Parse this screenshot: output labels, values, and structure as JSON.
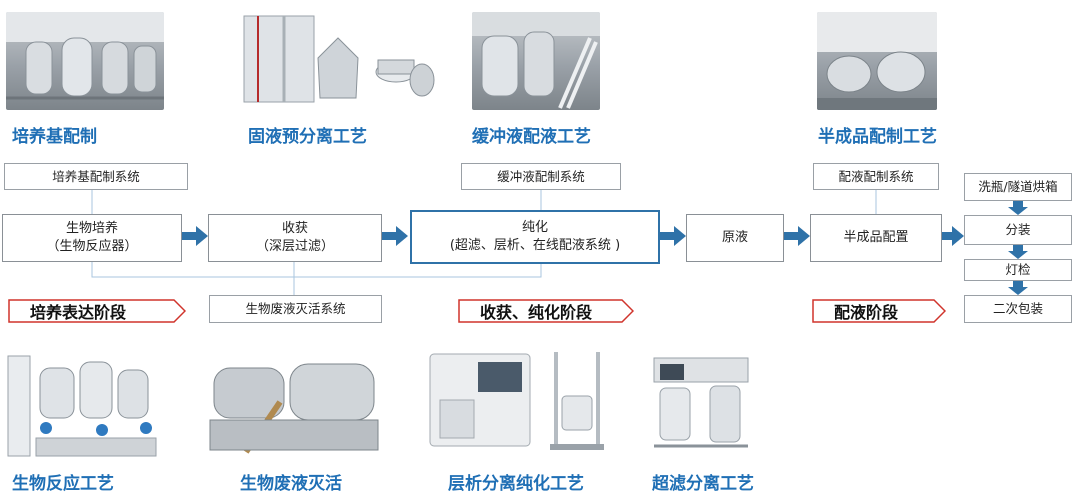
{
  "colors": {
    "accent": "#1f6fb5",
    "arrow": "#2f72a8",
    "stage_border": "#d0342c",
    "connector": "#a9c6df"
  },
  "top_labels": [
    "培养基配制",
    "固液预分离工艺",
    "缓冲液配液工艺",
    "半成品配制工艺"
  ],
  "bottom_labels": [
    "生物反应工艺",
    "生物废液灭活",
    "层析分离纯化工艺",
    "超滤分离工艺"
  ],
  "prep_systems": {
    "culture": "培养基配制系统",
    "buffer": "缓冲液配制系统",
    "dispensing": "配液配制系统"
  },
  "main_flow": [
    {
      "line1": "生物培养",
      "line2": "（生物反应器）"
    },
    {
      "line1": "收获",
      "line2": "（深层过滤）"
    },
    {
      "line1": "纯化",
      "line2": "(超滤、层析、在线配液系统 )"
    },
    {
      "line1": "原液",
      "line2": ""
    },
    {
      "line1": "半成品配置",
      "line2": ""
    }
  ],
  "waste_system": "生物废液灭活系统",
  "filling": [
    "洗瓶/隧道烘箱",
    "分装",
    "灯检",
    "二次包装"
  ],
  "stages": [
    "培养表达阶段",
    "收获、纯化阶段",
    "配液阶段"
  ],
  "photos": {
    "top": [
      "culture-media-tanks-photo",
      "centrifuge-and-filter-housings-photo",
      "buffer-prep-skid-photo",
      "semi-finished-prep-room-photo"
    ],
    "bottom": [
      "bioreactor-skid-photo",
      "waste-inactivation-tanks-photo",
      "chromatography-systems-photo",
      "ultrafiltration-skid-photo"
    ]
  }
}
